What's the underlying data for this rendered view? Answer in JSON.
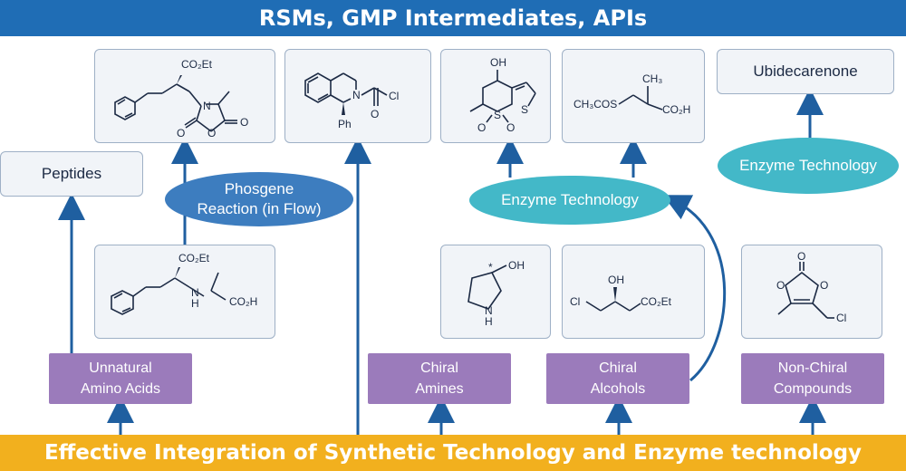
{
  "header": {
    "title": "RSMs, GMP Intermediates, APIs"
  },
  "footer": {
    "title": "Effective Integration of Synthetic Technology and Enzyme technology"
  },
  "categories": {
    "unnatural_amino_acids": {
      "line1": "Unnatural",
      "line2": "Amino Acids"
    },
    "chiral_amines": {
      "line1": "Chiral",
      "line2": "Amines"
    },
    "chiral_alcohols": {
      "line1": "Chiral",
      "line2": "Alcohols"
    },
    "non_chiral": {
      "line1": "Non-Chiral",
      "line2": "Compounds"
    }
  },
  "processes": {
    "phosgene": {
      "line1": "Phosgene",
      "line2": "Reaction (in Flow)"
    },
    "enzyme_mid": {
      "label": "Enzyme Technology"
    },
    "enzyme_right": {
      "label": "Enzyme Technology"
    }
  },
  "products": {
    "peptides": "Peptides",
    "ubidecarenone": "Ubidecarenone"
  },
  "molecule_labels": {
    "co2et": "CO₂Et",
    "co2h": "CO₂H",
    "n": "N",
    "o": "O",
    "h": "H",
    "oh": "OH",
    "cl": "Cl",
    "ph": "Ph",
    "s": "S",
    "ch3": "CH₃",
    "ch3cos": "CH₃COS",
    "star": "*"
  },
  "colors": {
    "top_banner": "#1f6db5",
    "bottom_banner": "#f2b01e",
    "category_box": "#9b7bbb",
    "phosgene_ellipse": "#3d7dbf",
    "enzyme_ellipse": "#43b8c8",
    "arrow": "#1f5fa0",
    "structure_box": "#f1f4f8"
  }
}
